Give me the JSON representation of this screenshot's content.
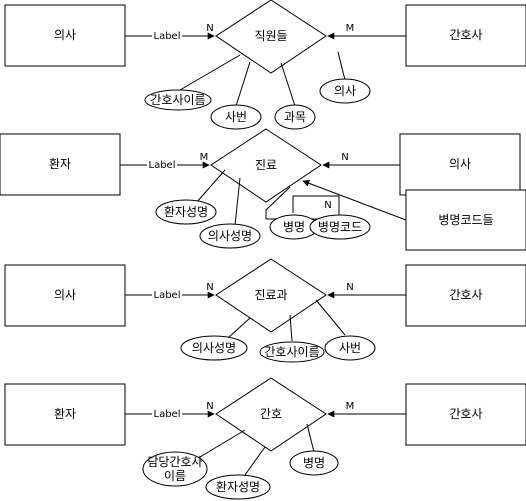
{
  "diagram": {
    "labels": {
      "edge_label": "Label"
    },
    "section1": {
      "left_entity": "의사",
      "relation": "직원들",
      "right_entity": "간호사",
      "left_card": "N",
      "right_card": "M",
      "attrs": [
        "간호사이름",
        "사번",
        "과목",
        "의사"
      ]
    },
    "section2": {
      "left_entity": "환자",
      "relation": "진료",
      "right_entity": "의사",
      "left_card": "M",
      "right_card": "N",
      "self_card": "N",
      "extra_entity": "병명코드들",
      "attrs": [
        "환자성명",
        "의사성명",
        "병명",
        "병명코드"
      ]
    },
    "section3": {
      "left_entity": "의사",
      "relation": "진료과",
      "right_entity": "간호사",
      "left_card": "N",
      "right_card": "N",
      "attrs": [
        "의사성명",
        "간호사이름",
        "사번"
      ]
    },
    "section4": {
      "left_entity": "환자",
      "relation": "간호",
      "right_entity": "간호사",
      "left_card": "N",
      "right_card": "M",
      "attrs": [
        "담당간호사",
        "이름",
        "환자성명",
        "병명"
      ]
    },
    "colors": {
      "stroke": "#000000",
      "fill": "#ffffff"
    }
  }
}
